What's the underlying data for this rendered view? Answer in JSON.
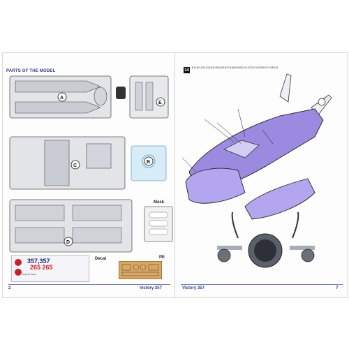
{
  "left_page": {
    "section_title": "PARTS OF THE MODEL",
    "page_number": "2",
    "footer_title": "Victory 357",
    "sprue_labels": [
      "A",
      "B",
      "C",
      "D",
      "E"
    ],
    "mask_label": "Mask",
    "decal_label": "Decal",
    "pe_label": "PE",
    "decal_numbers_blue": "357,357",
    "decal_numbers_red": "265 265",
    "decal_caption": "Victory 357 Havok"
  },
  "right_page": {
    "step_number": "14",
    "parts_list": "B10,B11,B12,B13,B14,B15,B16,B17,B18,B19,B20, E1,E2,E23,C25,E5,E47,E48,E61",
    "page_number": "7",
    "footer_title": "Victory 357"
  },
  "colors": {
    "accent": "#2f3d8f",
    "hull_purple": "#9b8be0",
    "sprue_gray": "#e2e4e8",
    "sprue_blue": "#d8ecf7",
    "decal_red": "#c7222a",
    "pe_brass": "#d7a867"
  }
}
